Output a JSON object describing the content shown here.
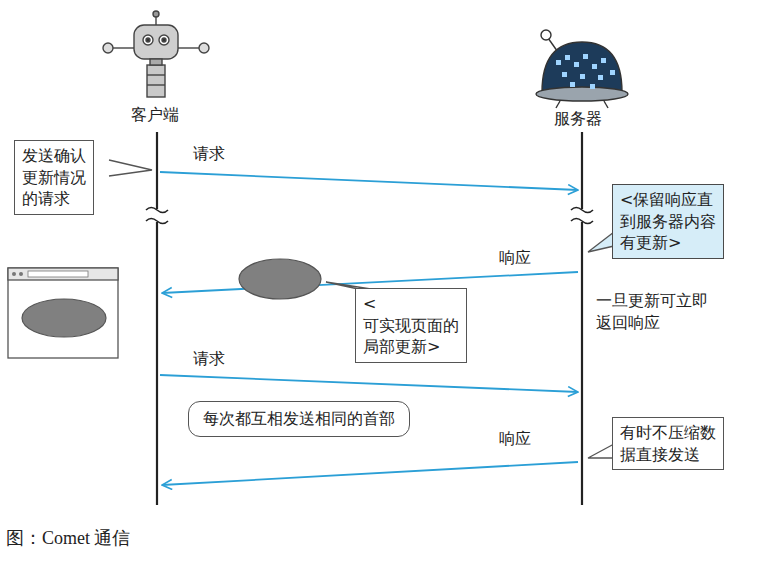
{
  "diagram": {
    "caption": "图：Comet 通信",
    "nodes": [
      {
        "text": [
          "发送确认 更新情况 的请求"
        ]
      },
      {
        "text": [
          "<保留响应直 到服务器内容 有更新>"
        ]
      },
      {
        "text": [
          "<可实现页面的 局部更新>"
        ]
      },
      {
        "text": [
          "每次都互相发送相同的首部"
        ]
      },
      {
        "text": [
          "有时不压缩数 据直接发送"
        ]
      }
    ],
    "labels": [
      "客户端",
      "服务器",
      "请求",
      "响应",
      "一旦更新可立即 返回响应",
      "请求",
      "响应"
    ]
  }
}
